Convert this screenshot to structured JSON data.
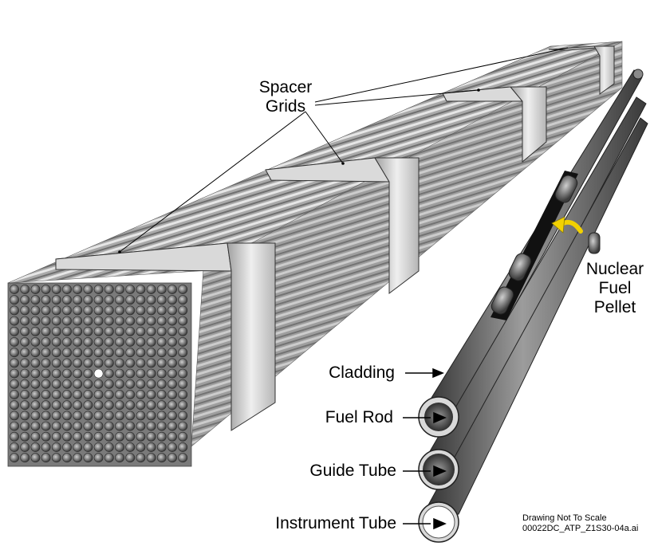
{
  "labels": {
    "spacer_grids_line1": "Spacer",
    "spacer_grids_line2": "Grids",
    "nuclear_line1": "Nuclear",
    "nuclear_line2": "Fuel",
    "nuclear_line3": "Pellet",
    "cladding": "Cladding",
    "fuel_rod": "Fuel Rod",
    "guide_tube": "Guide Tube",
    "instrument_tube": "Instrument Tube"
  },
  "footer": {
    "note": "Drawing Not To Scale",
    "file_id": "00022DC_ATP_Z1S30-04a.ai"
  },
  "colors": {
    "arrow_yellow": "#f2d100",
    "grid_silver": "#c9c9c9",
    "rod_dark": "#4a4a4a"
  }
}
